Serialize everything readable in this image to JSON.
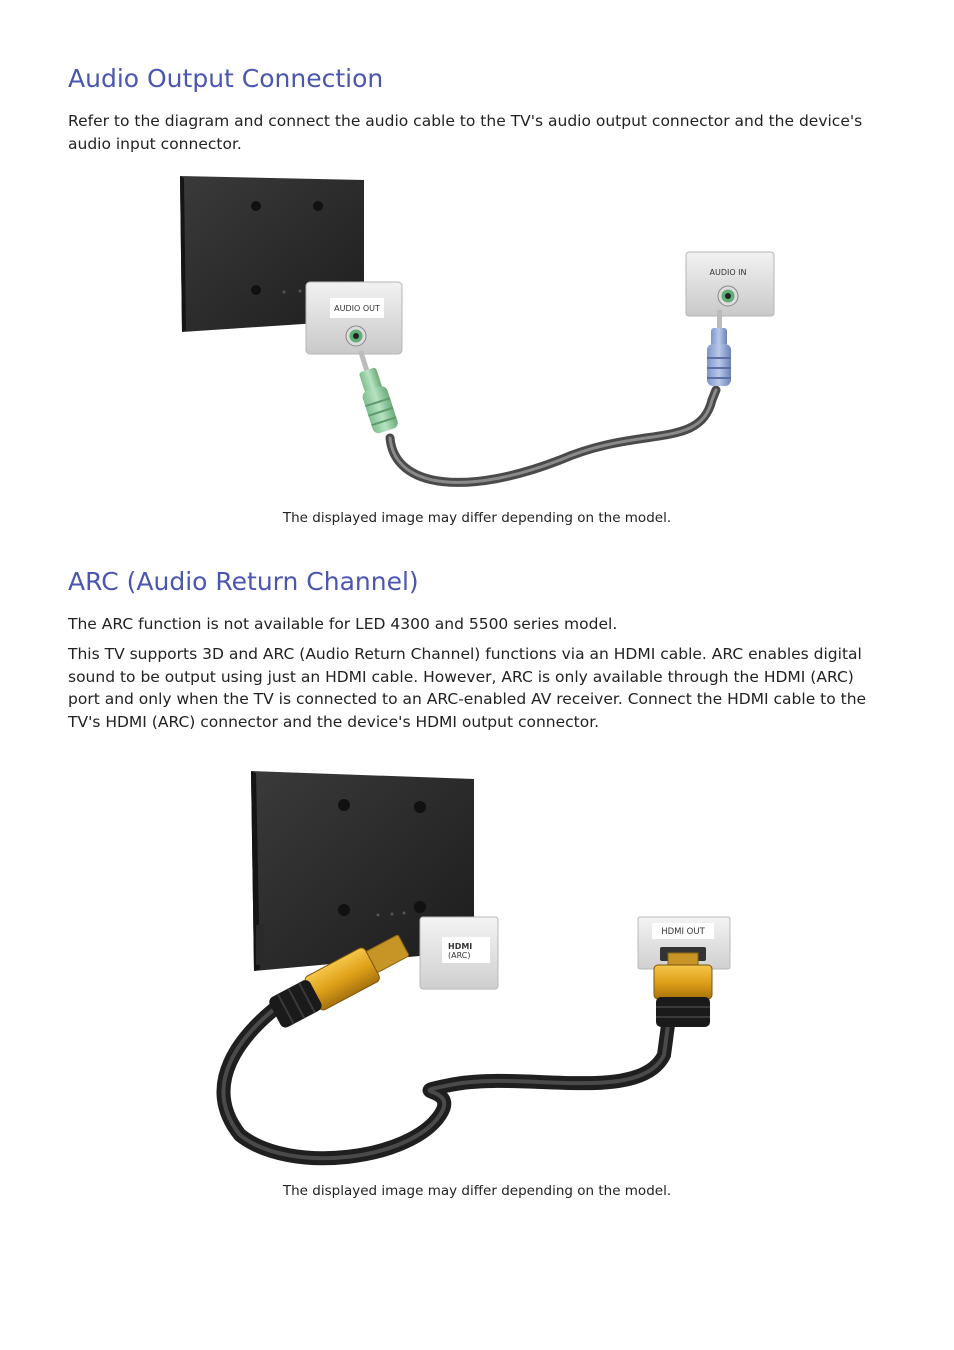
{
  "audio_output": {
    "title": "Audio Output Connection",
    "description": "Refer to the diagram and connect the audio cable to the TV's audio output connector and the device's audio input connector.",
    "port_tv": "AUDIO OUT",
    "port_device": "AUDIO IN",
    "caption": "The displayed image may differ depending on the model."
  },
  "arc": {
    "title": "ARC (Audio Return Channel)",
    "note": "The ARC function is not available for LED 4300 and 5500 series model.",
    "description": "This TV supports 3D and ARC (Audio Return Channel) functions via an HDMI cable. ARC enables digital sound to be output using just an HDMI cable. However, ARC is only available through the HDMI (ARC) port and only when the TV is connected to an ARC-enabled AV receiver. Connect the HDMI cable to the TV's HDMI (ARC) connector and the device's HDMI output connector.",
    "port_tv_line1": "HDMI",
    "port_tv_line2": "(ARC)",
    "port_device": "HDMI OUT",
    "caption": "The displayed image may differ depending on the model."
  }
}
